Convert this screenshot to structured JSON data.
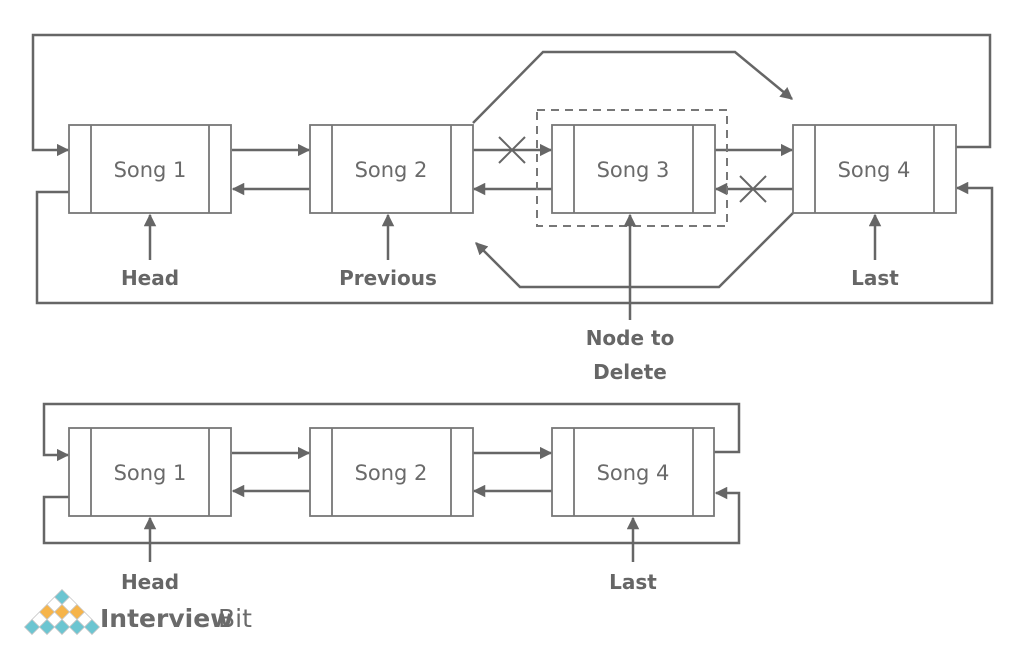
{
  "diagram": {
    "title": "Deleting a node from a circular doubly linked list",
    "before": {
      "nodes": [
        {
          "id": "n1",
          "label": "Song 1"
        },
        {
          "id": "n2",
          "label": "Song 2"
        },
        {
          "id": "n3",
          "label": "Song 3"
        },
        {
          "id": "n4",
          "label": "Song 4"
        }
      ],
      "pointers": {
        "head": "Head",
        "previous": "Previous",
        "node_to_delete_line1": "Node to",
        "node_to_delete_line2": "Delete",
        "last": "Last"
      },
      "removed_links": [
        "Song 2 -> Song 3 (next)",
        "Song 4 -> Song 3 (prev)"
      ]
    },
    "after": {
      "nodes": [
        {
          "id": "m1",
          "label": "Song 1"
        },
        {
          "id": "m2",
          "label": "Song 2"
        },
        {
          "id": "m3",
          "label": "Song 4"
        }
      ],
      "pointers": {
        "head": "Head",
        "last": "Last"
      }
    },
    "colors": {
      "stroke": "#666666",
      "text": "#6a6a6a",
      "logo_teal": "#6cc5d1",
      "logo_orange": "#f6b44a"
    }
  },
  "brand": {
    "name_bold": "Interview",
    "name_regular": "Bit"
  }
}
